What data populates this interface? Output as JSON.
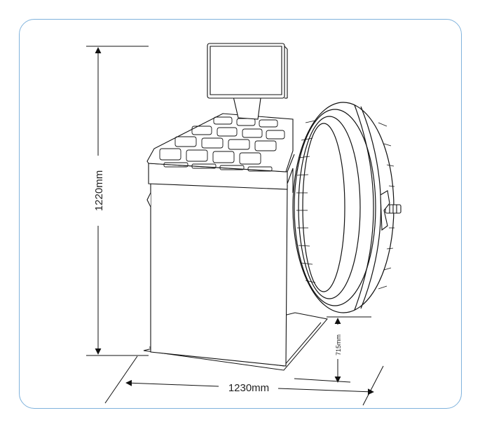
{
  "dimensions": {
    "height_label": "1220mm",
    "width_label": "1230mm",
    "clearance_label": "715mm"
  },
  "colors": {
    "frame_border": "#7fb2dc",
    "line": "#1a1a1a"
  }
}
